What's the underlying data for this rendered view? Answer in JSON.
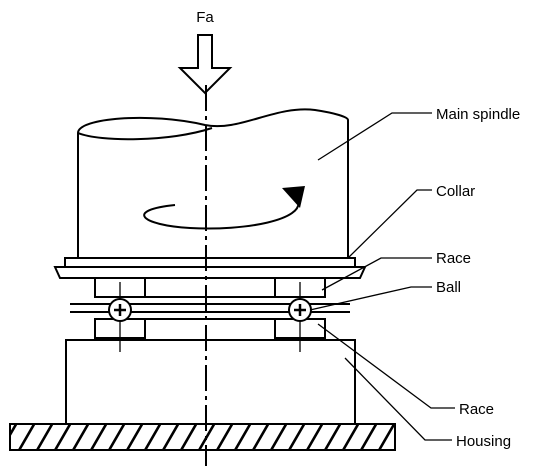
{
  "labels": {
    "force": "Fa",
    "main_spindle": "Main spindle",
    "collar": "Collar",
    "race_upper": "Race",
    "ball": "Ball",
    "race_lower": "Race",
    "housing": "Housing"
  }
}
